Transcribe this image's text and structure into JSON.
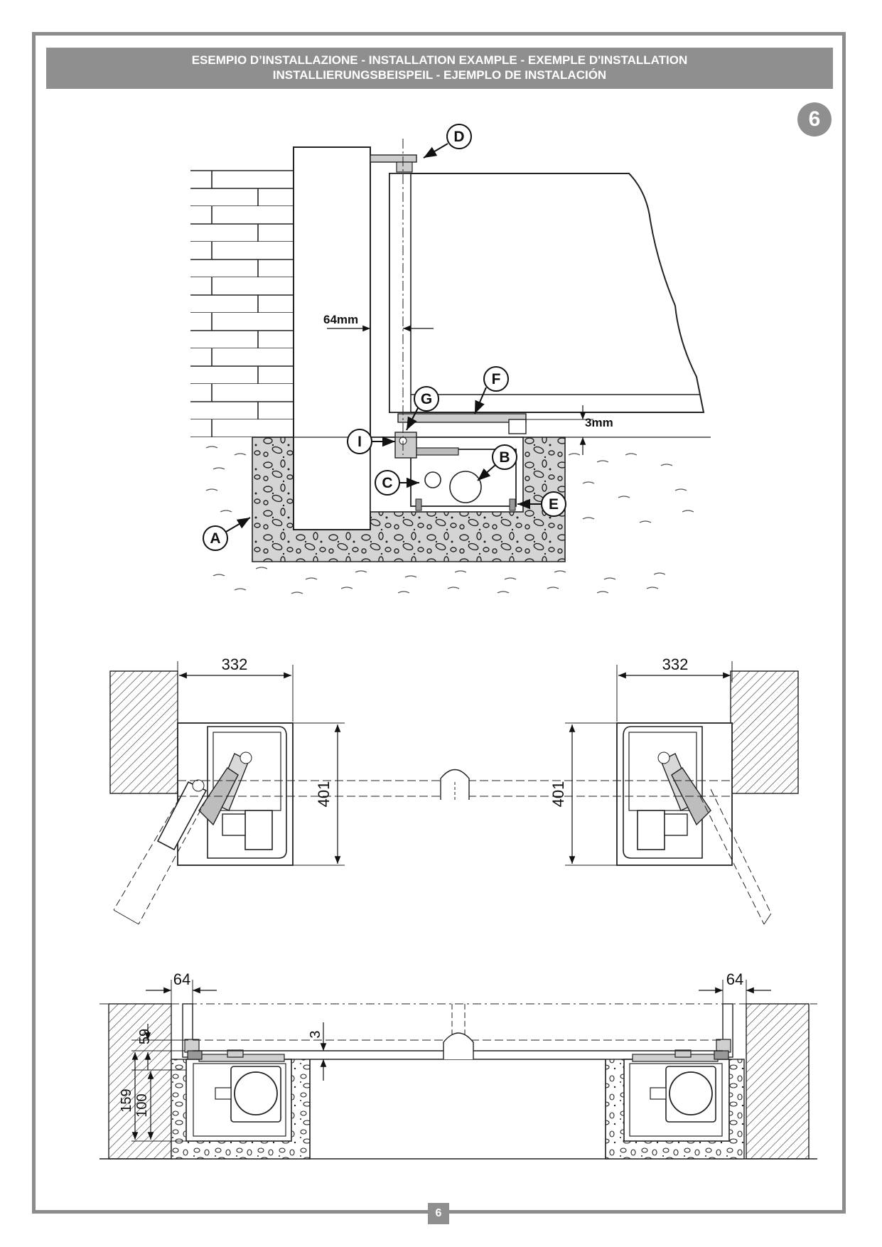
{
  "header": {
    "line1": "ESEMPIO D’INSTALLAZIONE - INSTALLATION EXAMPLE - EXEMPLE D'INSTALLATION",
    "line2": "INSTALLIERUNGSBEISPEIL - EJEMPLO DE INSTALACIÓN"
  },
  "figure_number": "6",
  "page_number": "6",
  "section_view": {
    "callouts": {
      "a": "A",
      "b": "B",
      "c": "C",
      "d": "D",
      "e": "E",
      "f": "F",
      "g": "G",
      "i": "I"
    },
    "dimension_gap": "64mm",
    "dimension_clearance": "3mm"
  },
  "plan_view": {
    "left_width": "332",
    "left_height": "401",
    "right_width": "332",
    "right_height": "401"
  },
  "elevation_view": {
    "left_offset": "64",
    "right_offset": "64",
    "gap": "3",
    "dim_59": "59",
    "dim_159": "159",
    "dim_100": "100"
  },
  "colors": {
    "header_bg": "#8f8f8f",
    "frame": "#8c8c8c",
    "concrete": "#d4d4d4",
    "line": "#1a1a1a"
  }
}
